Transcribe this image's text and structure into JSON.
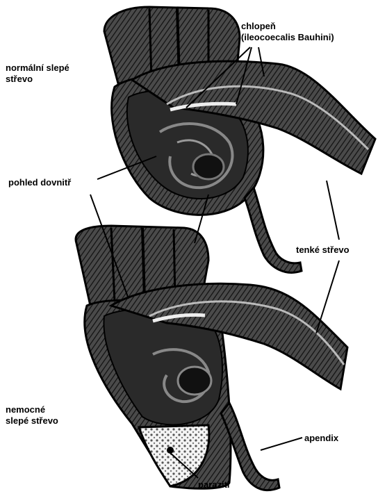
{
  "labels": {
    "valve_line1": "chlopeň",
    "valve_line2": "(ileocoecalis Bauhini)",
    "normal_line1": "normální slepé",
    "normal_line2": "střevo",
    "inside_view": "pohled dovnitř",
    "small_intestine": "tenké střevo",
    "diseased_line1": "nemocné",
    "diseased_line2": "slepé střevo",
    "appendix": "apendix",
    "parasites": "paraziti"
  },
  "colors": {
    "ink": "#000000",
    "dark_fill": "#1c1c1c",
    "mid_fill": "#6e6e6e",
    "light_fill": "#bdbdbd",
    "paper": "#ffffff"
  }
}
